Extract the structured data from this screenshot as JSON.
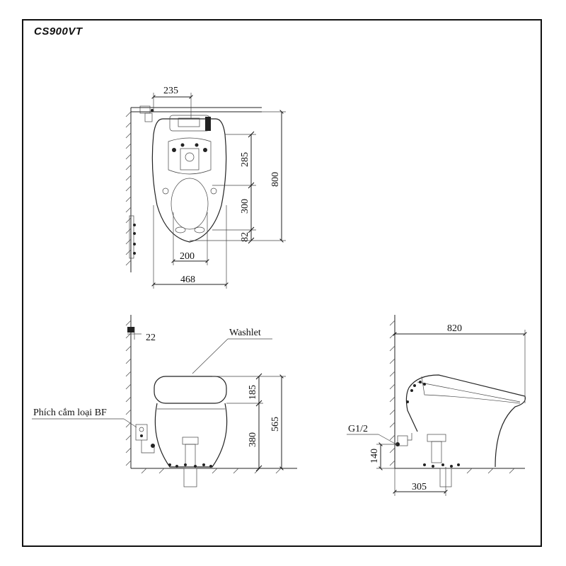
{
  "drawing": {
    "model": "CS900VT",
    "top_view": {
      "dims": {
        "d235": "235",
        "d285": "285",
        "d800": "800",
        "d300": "300",
        "d82": "82",
        "d200": "200",
        "d468": "468"
      }
    },
    "front_view": {
      "dims": {
        "d22": "22",
        "d185": "185",
        "d565": "565",
        "d380": "380"
      },
      "labels": {
        "washlet": "Washlet",
        "plug": "Phích cắm loại BF"
      }
    },
    "side_view": {
      "dims": {
        "d820": "820",
        "d140": "140",
        "d305": "305"
      },
      "labels": {
        "thread": "G1/2"
      }
    }
  }
}
